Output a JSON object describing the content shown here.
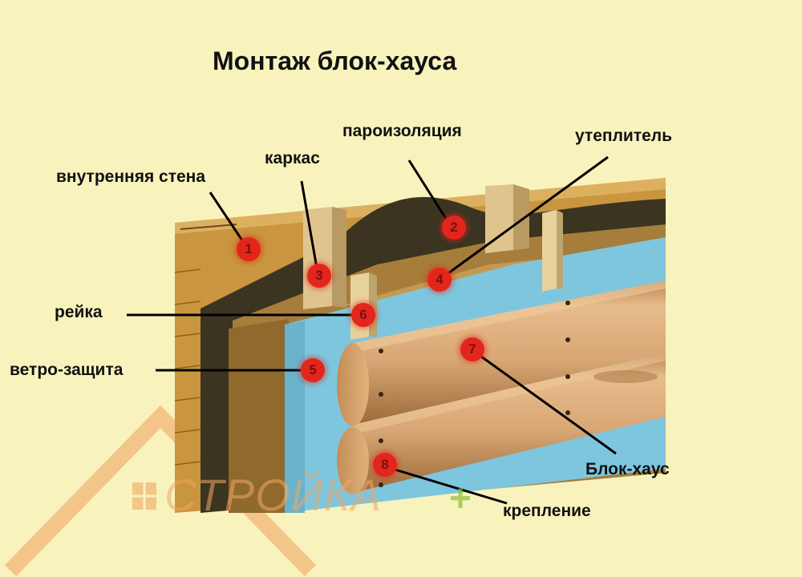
{
  "title": "Монтаж блок-хауса",
  "labels": {
    "inner_wall": "внутренняя стена",
    "frame": "каркас",
    "vapor_barrier": "пароизоляция",
    "insulation": "утеплитель",
    "batten": "рейка",
    "wind_barrier": "ветро-защита",
    "block_house": "Блок-хаус",
    "fastening": "крепление"
  },
  "badges": {
    "b1": "1",
    "b2": "2",
    "b3": "3",
    "b4": "4",
    "b5": "5",
    "b6": "6",
    "b7": "7",
    "b8": "8"
  },
  "watermark": {
    "text": "СТРОЙКА",
    "plus": "+"
  },
  "colors": {
    "background": "#f8f3bd",
    "badge": "#e3261c",
    "wind_barrier": "#7ec6de",
    "log_wood": "#d8a878",
    "watermark_orange": "#f2a766",
    "watermark_green": "#8fbe3a"
  },
  "icons": [
    "house-roof-logo-icon",
    "window-icon"
  ]
}
